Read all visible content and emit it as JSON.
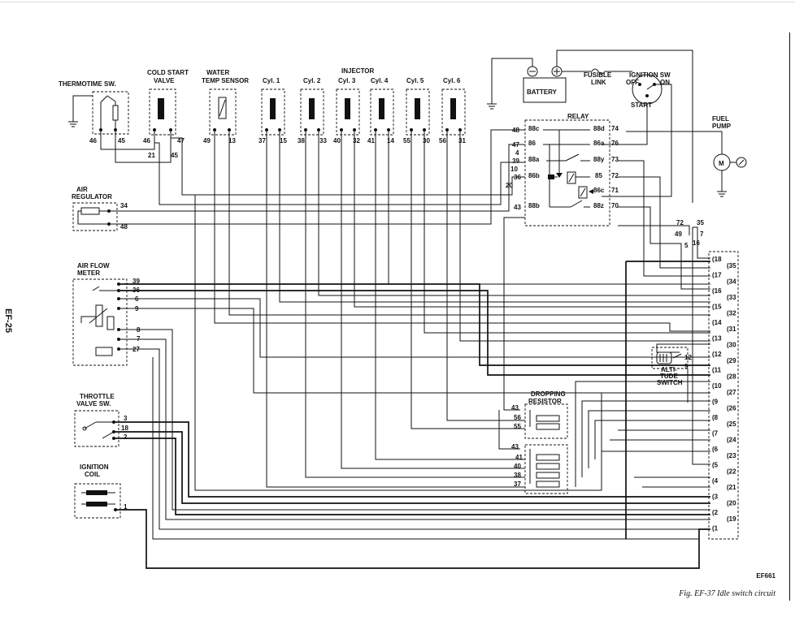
{
  "labels": {
    "thermotime": "THERMOTIME SW.",
    "cold_start_1": "COLD START",
    "cold_start_2": "VALVE",
    "water_1": "WATER",
    "water_2": "TEMP SENSOR",
    "injector": "INJECTOR",
    "cyl1": "Cyl. 1",
    "cyl2": "Cyl. 2",
    "cyl3": "Cyl. 3",
    "cyl4": "Cyl. 4",
    "cyl5": "Cyl. 5",
    "cyl6": "Cyl. 6",
    "battery": "BATTERY",
    "fusible_1": "FUSIBLE",
    "fusible_2": "LINK",
    "ignition_sw": "IGNITION SW",
    "off": "OFF",
    "on": "ON",
    "start": "START",
    "relay": "RELAY",
    "fuel_1": "FUEL",
    "fuel_2": "PUMP",
    "air_reg_1": "AIR",
    "air_reg_2": "REGULATOR",
    "afm_1": "AIR FLOW",
    "afm_2": "METER",
    "tvs_1": "THROTTLE",
    "tvs_2": "VALVE SW.",
    "ign_coil_1": "IGNITION",
    "ign_coil_2": "COIL",
    "dropping_1": "DROPPING",
    "dropping_2": "RESISTOR",
    "alt_1": "ALTI-",
    "alt_2": "TUDE",
    "alt_3": "SWITCH",
    "motor": "M"
  },
  "page_meta": {
    "side_label": "EF-25",
    "figure_code": "EF661",
    "caption": "Fig. EF-37 Idle switch circuit"
  },
  "pins": {
    "thermotime": [
      "46",
      "45"
    ],
    "cold_start": [
      "46",
      "47",
      "21",
      "45"
    ],
    "water": [
      "49",
      "13"
    ],
    "cyl1": [
      "37",
      "15"
    ],
    "cyl2": [
      "38",
      "33"
    ],
    "cyl3": [
      "40",
      "32"
    ],
    "cyl4": [
      "41",
      "14"
    ],
    "cyl5": [
      "55",
      "30"
    ],
    "cyl6": [
      "56",
      "31"
    ],
    "relay_left": [
      "48",
      "47",
      "4",
      "39",
      "10",
      "36",
      "20",
      "43"
    ],
    "relay_inner_left": [
      "88c",
      "86",
      "88a",
      "86b",
      "88b"
    ],
    "relay_inner_right": [
      "88d",
      "86a",
      "88y",
      "85",
      "86c",
      "88z"
    ],
    "relay_right": [
      "74",
      "76",
      "73",
      "72",
      "71",
      "70"
    ],
    "junction": [
      "72",
      "35",
      "49",
      "7",
      "16",
      "5"
    ],
    "air_reg": [
      "34",
      "48"
    ],
    "afm": [
      "39",
      "36",
      "6",
      "9",
      "8",
      "7",
      "27"
    ],
    "tvs": [
      "3",
      "18",
      "2"
    ],
    "ign_coil": [
      "1"
    ],
    "dropping_upper": [
      "43",
      "56",
      "55"
    ],
    "dropping_lower": [
      "43",
      "41",
      "40",
      "38",
      "37"
    ],
    "altitude": [
      "12",
      "9"
    ],
    "cu_left": [
      "18",
      "17",
      "16",
      "15",
      "14",
      "13",
      "12",
      "11",
      "10",
      "9",
      "8",
      "7",
      "6",
      "5",
      "4",
      "3",
      "2",
      "1"
    ],
    "cu_right": [
      "35",
      "34",
      "33",
      "32",
      "31",
      "30",
      "29",
      "28",
      "27",
      "26",
      "25",
      "24",
      "23",
      "22",
      "21",
      "20",
      "19"
    ]
  }
}
